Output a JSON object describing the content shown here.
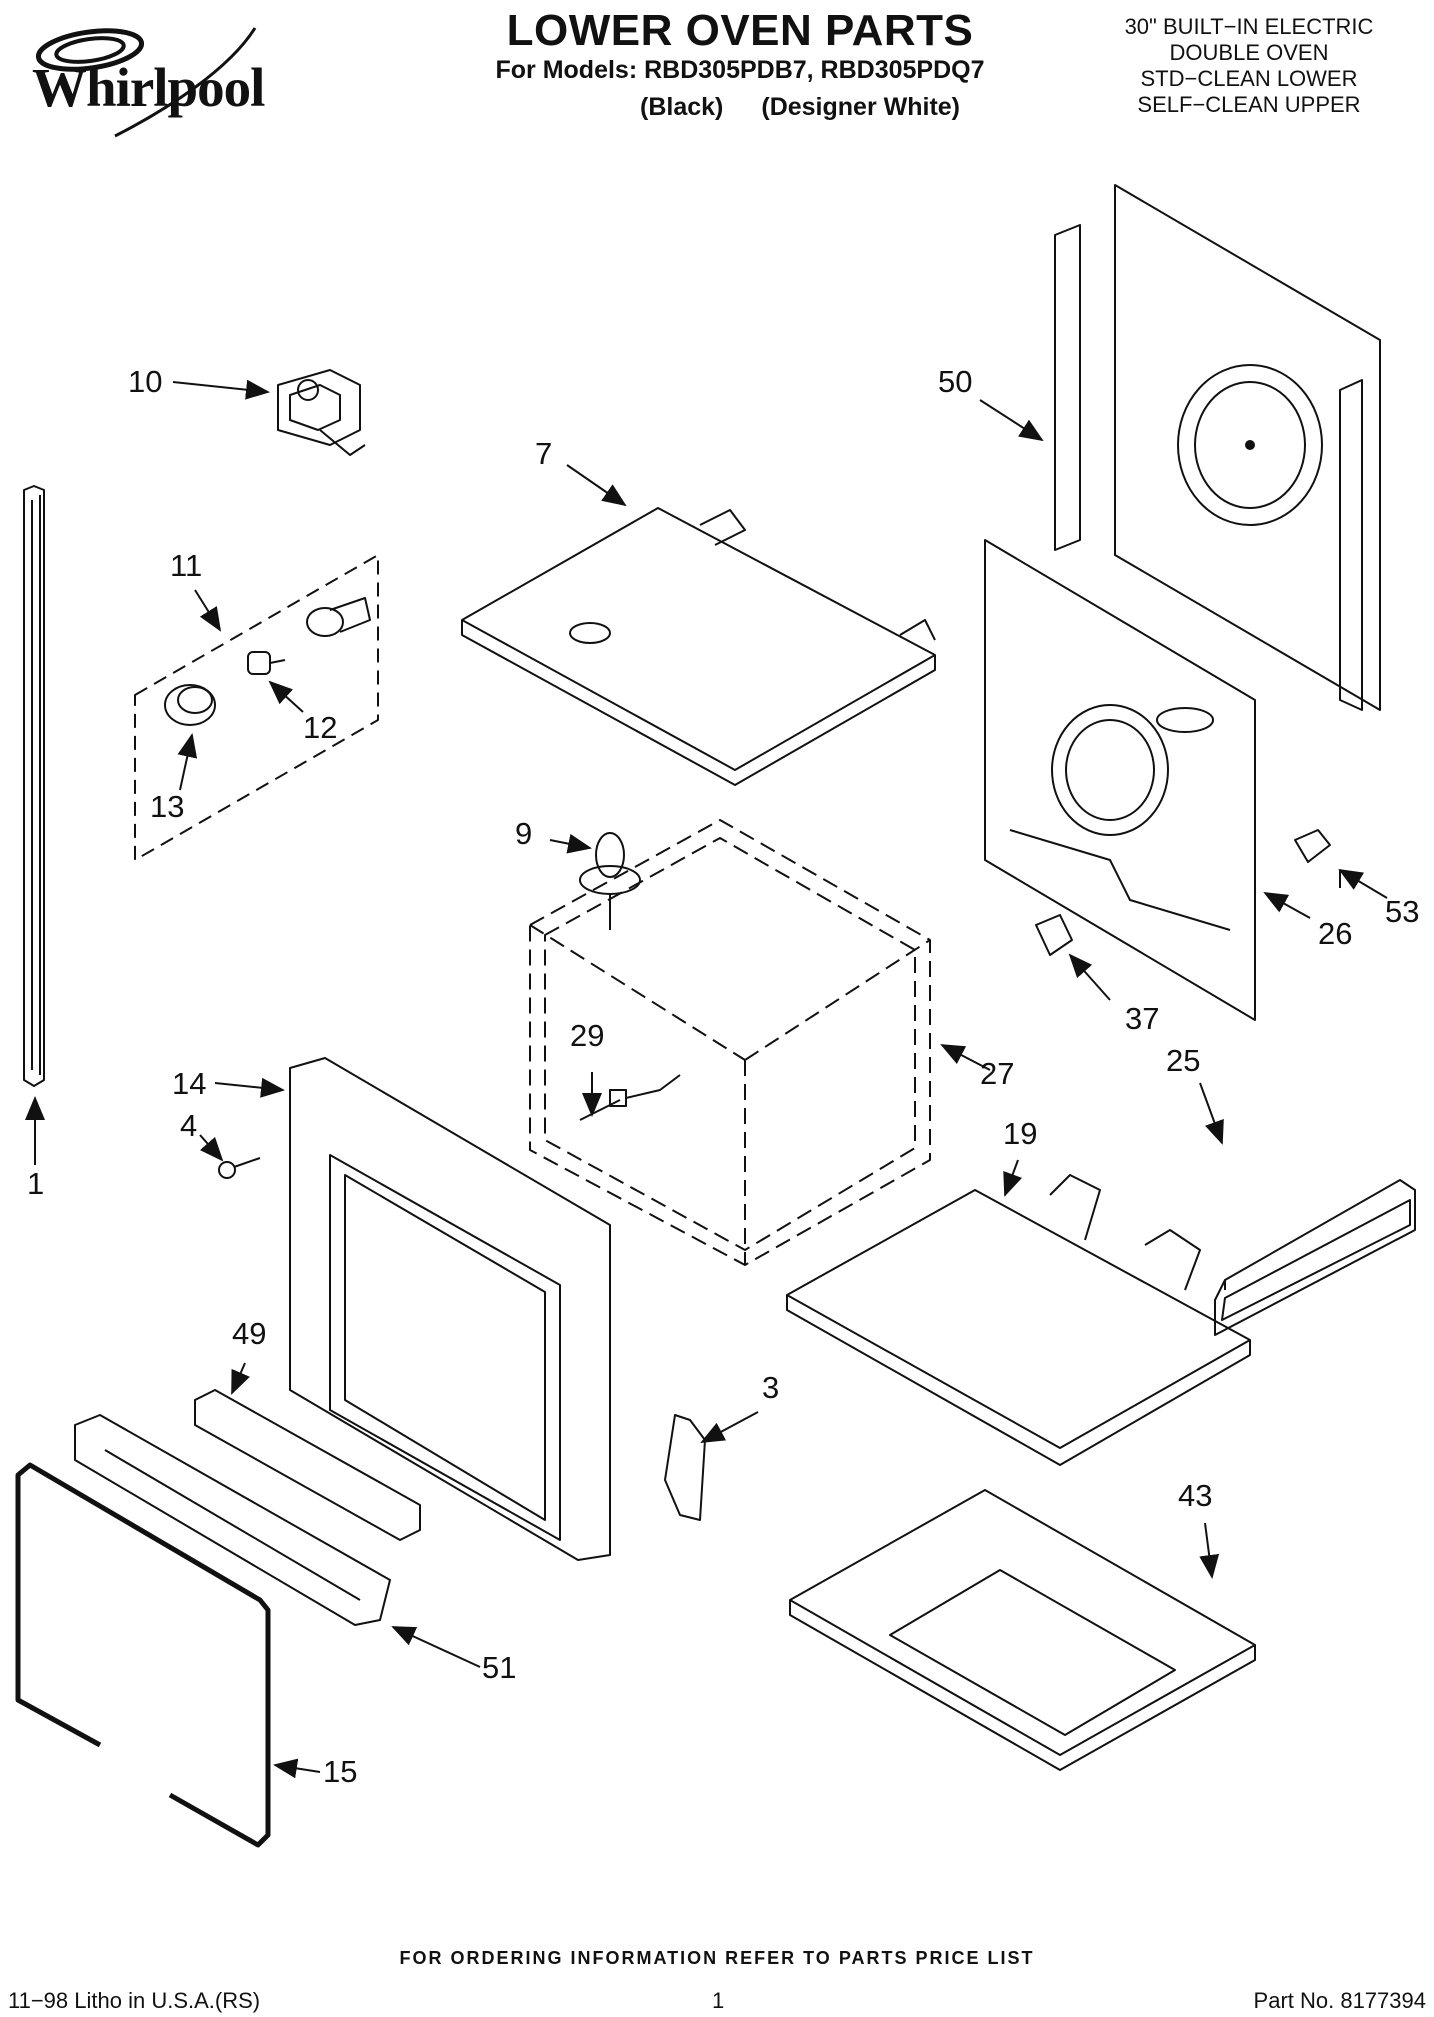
{
  "header": {
    "brand": "Whirlpool",
    "title": "LOWER OVEN PARTS",
    "models_line": "For Models: RBD305PDB7, RBD305PDQ7",
    "variant_1": "(Black)",
    "variant_2": "(Designer White)",
    "spec_lines": [
      "30\" BUILT−IN ELECTRIC",
      "DOUBLE OVEN",
      "STD−CLEAN LOWER",
      "SELF−CLEAN UPPER"
    ]
  },
  "callouts": {
    "c1": "1",
    "c3": "3",
    "c4": "4",
    "c7": "7",
    "c9": "9",
    "c10": "10",
    "c11": "11",
    "c12": "12",
    "c13": "13",
    "c14": "14",
    "c15": "15",
    "c19": "19",
    "c25": "25",
    "c26": "26",
    "c27": "27",
    "c29": "29",
    "c37": "37",
    "c43": "43",
    "c49": "49",
    "c50": "50",
    "c51": "51",
    "c53": "53"
  },
  "footer": {
    "ordering_note": "FOR ORDERING INFORMATION REFER TO PARTS PRICE LIST",
    "litho": "11−98 Litho in U.S.A.(RS)",
    "page": "1",
    "part_no": "Part No. 8177394"
  }
}
